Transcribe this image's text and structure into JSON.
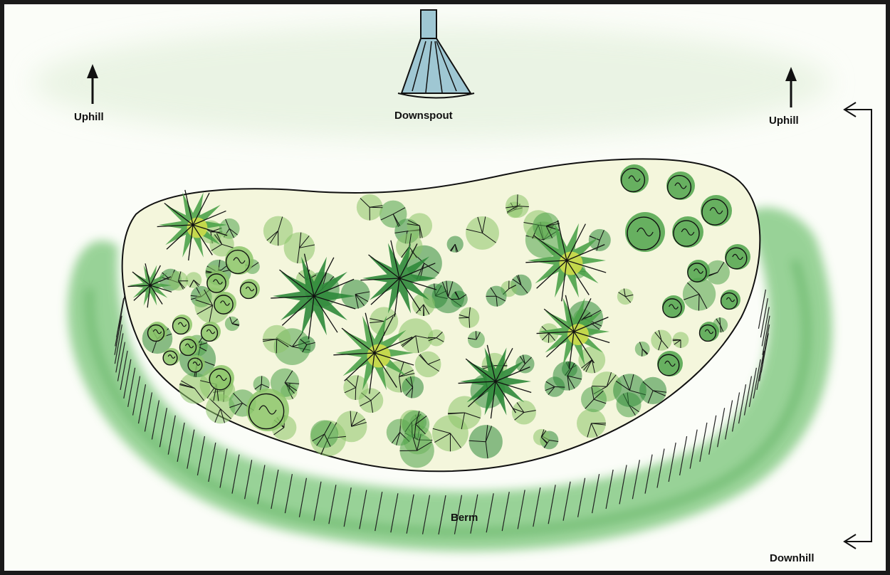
{
  "labels": {
    "uphill_left": "Uphill",
    "uphill_right": "Uphill",
    "downspout": "Downspout",
    "berm": "Berm",
    "downhill": "Downhill"
  },
  "colors": {
    "wash_green": "#49b04a",
    "bed_cream": "#f4f6dc",
    "plant_dark": "#2f8a3a",
    "plant_mid": "#4ea34a",
    "plant_light": "#8cc56a",
    "accent_yellow": "#dfe34a",
    "ink": "#111111",
    "downspout_blue": "#9fc7d3"
  }
}
